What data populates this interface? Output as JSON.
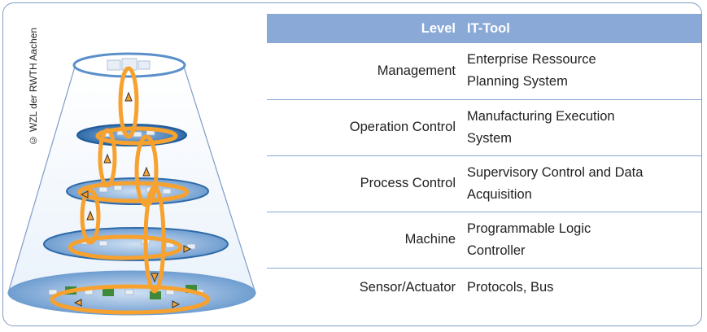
{
  "copyright": "© WZL der RWTH Aachen",
  "table": {
    "headers": {
      "level": "Level",
      "tool": "IT-Tool"
    },
    "rows": [
      {
        "level": "Management",
        "tool_line1": "Enterprise Ressource",
        "tool_line2": "Planning System"
      },
      {
        "level": "Operation Control",
        "tool_line1": "Manufacturing Execution",
        "tool_line2": "System"
      },
      {
        "level": "Process Control",
        "tool_line1": "Supervisory Control and Data",
        "tool_line2": "Acquisition"
      },
      {
        "level": "Machine",
        "tool_line1": "Programmable Logic",
        "tool_line2": "Controller"
      },
      {
        "level": "Sensor/Actuator",
        "tool_line1": "Protocols, Bus",
        "tool_line2": ""
      }
    ]
  },
  "colors": {
    "header_bg": "#8aa9d6",
    "border": "#7f9cc6",
    "loop": "#f7a12f",
    "disc": "#6f9ed0",
    "disc_dark": "#2f6aa8"
  },
  "diagram": {
    "levels": [
      "management-disc",
      "operation-control-disc",
      "process-control-disc",
      "machine-disc",
      "sensor-actuator-disc"
    ]
  }
}
